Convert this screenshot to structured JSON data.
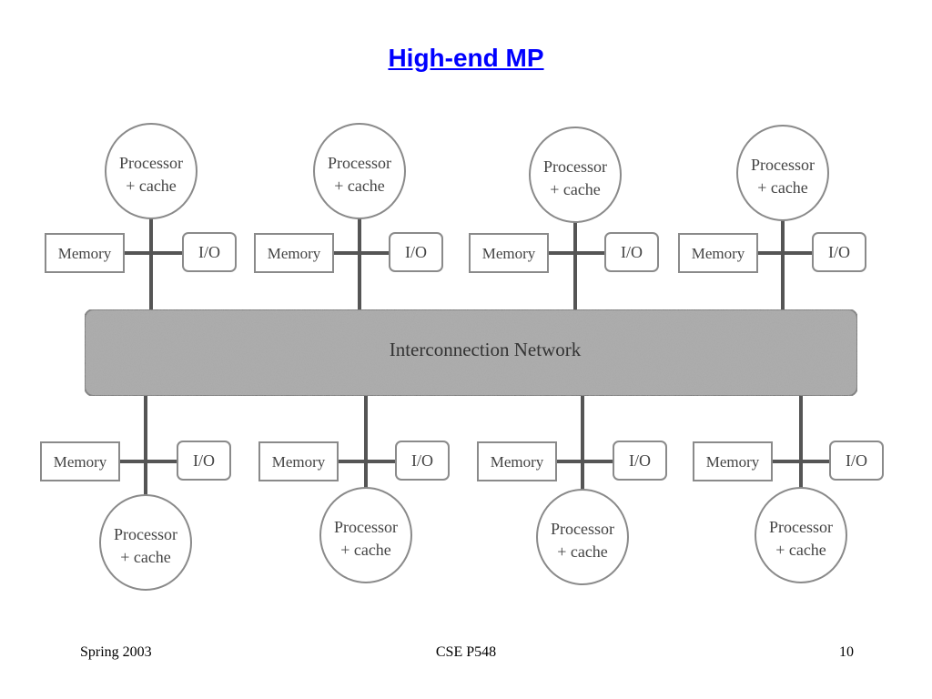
{
  "title": "High-end MP",
  "diagram": {
    "interconnect_label": "Interconnection Network",
    "nodes": [
      {
        "side": "top",
        "processor_line1": "Processor",
        "processor_line2": "+ cache",
        "memory": "Memory",
        "io": "I/O"
      },
      {
        "side": "top",
        "processor_line1": "Processor",
        "processor_line2": "+ cache",
        "memory": "Memory",
        "io": "I/O"
      },
      {
        "side": "top",
        "processor_line1": "Processor",
        "processor_line2": "+ cache",
        "memory": "Memory",
        "io": "I/O"
      },
      {
        "side": "top",
        "processor_line1": "Processor",
        "processor_line2": "+ cache",
        "memory": "Memory",
        "io": "I/O"
      },
      {
        "side": "bottom",
        "processor_line1": "Processor",
        "processor_line2": "+ cache",
        "memory": "Memory",
        "io": "I/O"
      },
      {
        "side": "bottom",
        "processor_line1": "Processor",
        "processor_line2": "+ cache",
        "memory": "Memory",
        "io": "I/O"
      },
      {
        "side": "bottom",
        "processor_line1": "Processor",
        "processor_line2": "+ cache",
        "memory": "Memory",
        "io": "I/O"
      },
      {
        "side": "bottom",
        "processor_line1": "Processor",
        "processor_line2": "+ cache",
        "memory": "Memory",
        "io": "I/O"
      }
    ]
  },
  "footer": {
    "left": "Spring 2003",
    "center": "CSE P548",
    "right": "10"
  },
  "colors": {
    "title": "#0000ff",
    "network_fill": "#a9a9a9",
    "lines": "#555555",
    "shape_stroke": "#8a8a8a",
    "label_text": "#444444"
  }
}
